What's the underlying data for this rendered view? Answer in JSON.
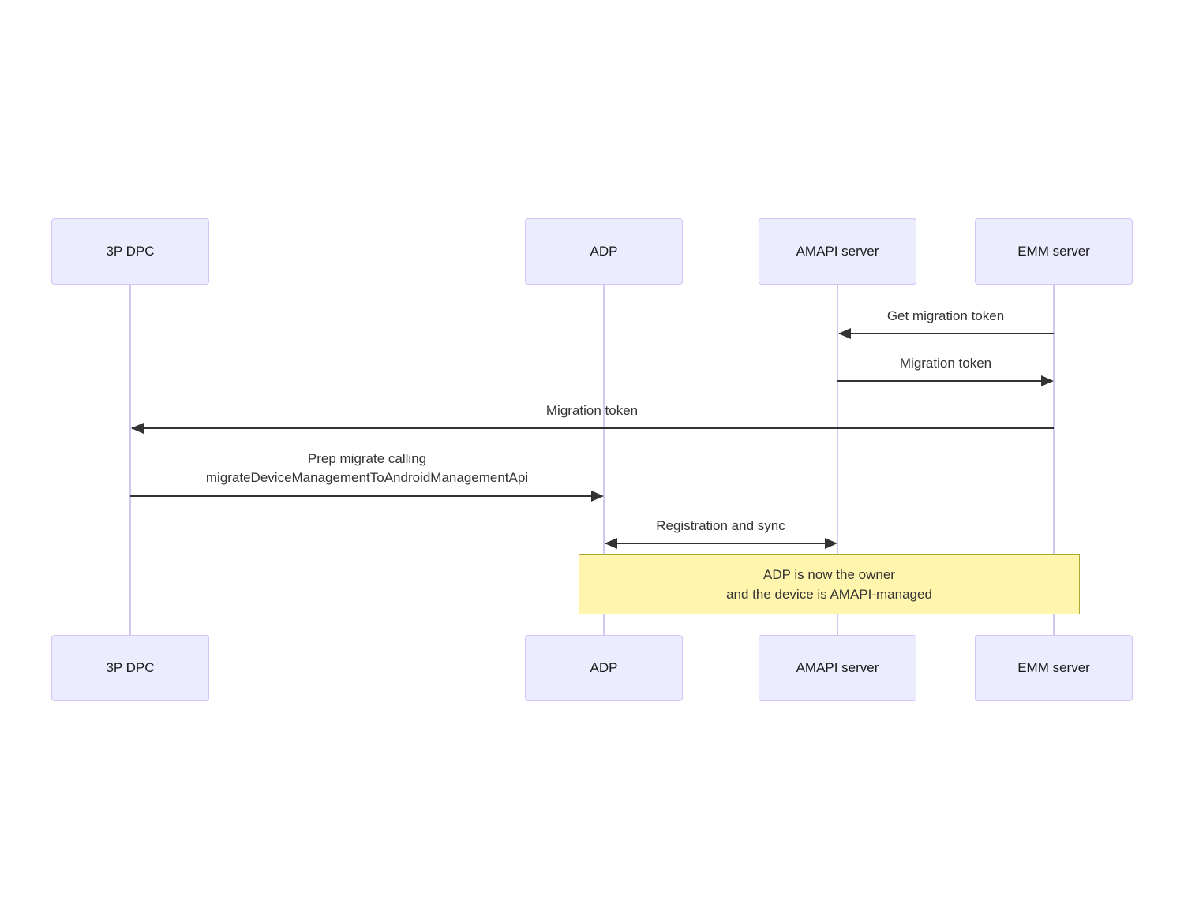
{
  "actors": [
    {
      "id": "3p-dpc",
      "label": "3P DPC"
    },
    {
      "id": "adp",
      "label": "ADP"
    },
    {
      "id": "amapi-server",
      "label": "AMAPI server"
    },
    {
      "id": "emm-server",
      "label": "EMM server"
    }
  ],
  "messages": [
    {
      "from": "EMM server",
      "to": "AMAPI server",
      "direction": "left",
      "lines": [
        "Get migration token"
      ]
    },
    {
      "from": "AMAPI server",
      "to": "EMM server",
      "direction": "right",
      "lines": [
        "Migration token"
      ]
    },
    {
      "from": "EMM server",
      "to": "3P DPC",
      "direction": "left",
      "lines": [
        "Migration token"
      ]
    },
    {
      "from": "3P DPC",
      "to": "ADP",
      "direction": "right",
      "lines": [
        "Prep migrate calling",
        "migrateDeviceManagementToAndroidManagementApi"
      ]
    },
    {
      "from": "ADP",
      "to": "AMAPI server",
      "direction": "both",
      "lines": [
        "Registration and sync"
      ]
    }
  ],
  "note": {
    "over": "ADP, AMAPI server, EMM server",
    "lines": [
      "ADP is now the owner",
      "and the device is AMAPI-managed"
    ]
  },
  "colors": {
    "background": "#FFFFFF",
    "actor_fill": "#ECECFF",
    "actor_border": "#CFC6F4",
    "lifeline": "#CFC8F0",
    "message": "#333333",
    "note_fill": "#FFF5AD",
    "note_border": "#AAAA33"
  }
}
